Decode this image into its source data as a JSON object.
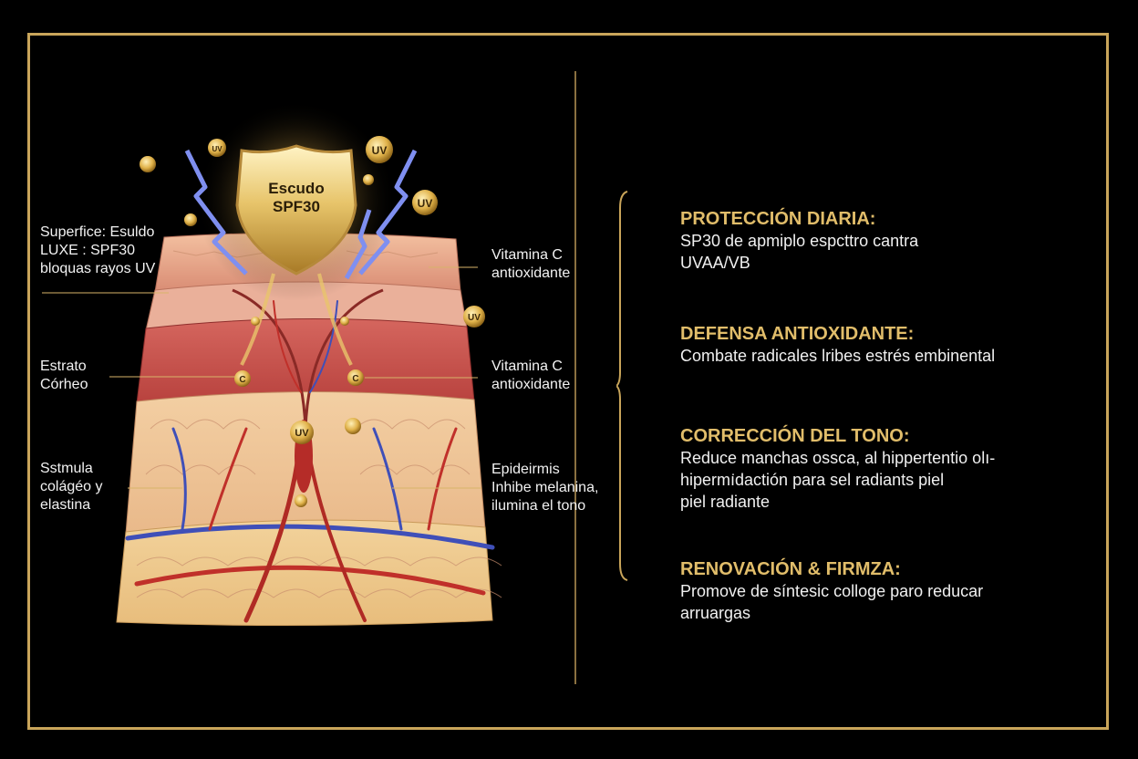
{
  "colors": {
    "gold": "#c9a55a",
    "heading_gold": "#e1bd6a",
    "background": "#000000",
    "text": "#f0f0f0"
  },
  "shield": {
    "line1": "Escudo",
    "line2": "SPF30"
  },
  "badges": {
    "uv": "UV",
    "vitamin_c": "C"
  },
  "left_labels": {
    "surface": [
      "Superfice: Esuldo",
      "LUXE : SPF30",
      "bloquas rayos UV"
    ],
    "stratum": [
      "Estrato",
      "Córheo"
    ],
    "collagen": [
      "Sstmula",
      "colágéo y",
      "elastina"
    ]
  },
  "right_labels": {
    "vitc_top": [
      "Vitamina C",
      "antioxidante"
    ],
    "vitc_mid": [
      "Vitamina C",
      "antioxidante"
    ],
    "epidermis": [
      "Epideirmis",
      "Inhibe melanina,",
      "ilumina el tono"
    ]
  },
  "features": [
    {
      "title": "PROTECCIÓN DIARIA:",
      "lines": [
        "SP30 de apmiplo espcttro cantra",
        "UVAA/VB"
      ]
    },
    {
      "title": "DEFENSA ANTIOXIDANTE:",
      "lines": [
        "Combate radicales lribes estrés embinental"
      ]
    },
    {
      "title": "CORRECCIÓN DEL TONO:",
      "lines": [
        "Reduce manchas ossca, al hippertentio olı-",
        "hiperm͘ıdactión para sel radiants piel",
        "piel radiante"
      ]
    },
    {
      "title": "RENOVACIÓN & FIRMZA:",
      "lines": [
        "Promove de síntesic colloge paro reducar",
        "arruargas"
      ]
    }
  ]
}
